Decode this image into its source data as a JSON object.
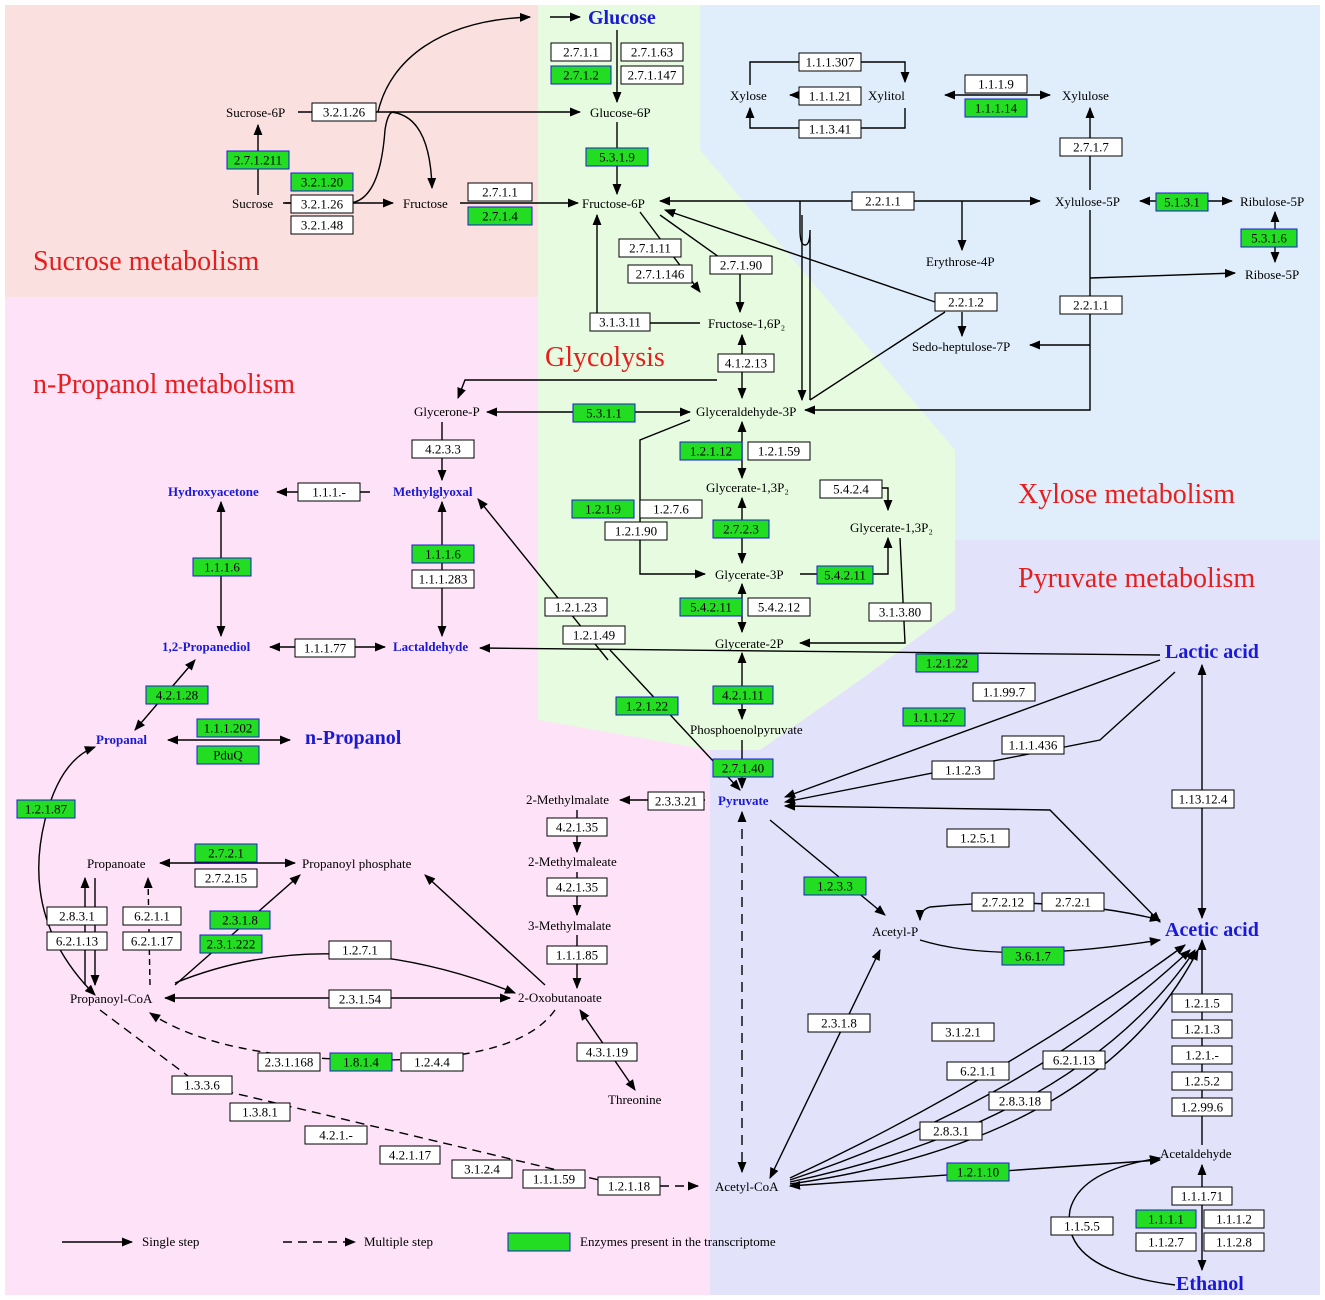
{
  "colors": {
    "sucrose_bg": "#fbe0e0",
    "glycolysis_bg": "#e6fbe0",
    "xylose_bg": "#e0eefb",
    "propanol_bg": "#fde2f8",
    "pyruvate_bg": "#e2e2fb",
    "enzyme_present": "#22dd22",
    "region_label": "#e61e1e",
    "key_metabolite": "#1a1ad6"
  },
  "regions": {
    "sucrose": "Sucrose metabolism",
    "glycolysis": "Glycolysis",
    "propanol": "n-Propanol metabolism",
    "xylose": "Xylose metabolism",
    "pyruvate": "Pyruvate metabolism"
  },
  "metabolites": {
    "glucose": "Glucose",
    "glucose_6p": "Glucose-6P",
    "sucrose_6p": "Sucrose-6P",
    "sucrose": "Sucrose",
    "fructose": "Fructose",
    "fructose_6p": "Fructose-6P",
    "fructose_16p2": "Fructose-1,6P₂",
    "xylose": "Xylose",
    "xylitol": "Xylitol",
    "xylulose": "Xylulose",
    "xylulose_5p": "Xylulose-5P",
    "ribulose_5p": "Ribulose-5P",
    "ribose_5p": "Ribose-5P",
    "erythrose_4p": "Erythrose-4P",
    "sedoheptulose_7p": "Sedo-heptulose-7P",
    "glycerone_p": "Glycerone-P",
    "glyceraldehyde_3p": "Glyceraldehyde-3P",
    "glycerate_13p2": "Glycerate-1,3P₂",
    "glycerate_13p2_b": "Glycerate-1,3P₂",
    "glycerate_3p": "Glycerate-3P",
    "glycerate_2p": "Glycerate-2P",
    "pep": "Phosphoenolpyruvate",
    "pyruvate": "Pyruvate",
    "hydroxyacetone": "Hydroxyacetone",
    "methylglyoxal": "Methylglyoxal",
    "propanediol": "1,2-Propanediol",
    "lactaldehyde": "Lactaldehyde",
    "propanal": "Propanal",
    "n_propanol": "n-Propanol",
    "propanoate": "Propanoate",
    "propanoyl_phosphate": "Propanoyl phosphate",
    "propanoyl_coa": "Propanoyl-CoA",
    "oxobutanoate": "2-Oxobutanoate",
    "threonine": "Threonine",
    "methylmalate_2": "2-Methylmalate",
    "methylmaleate_2": "2-Methylmaleate",
    "methylmalate_3": "3-Methylmalate",
    "lactic_acid": "Lactic acid",
    "acetic_acid": "Acetic acid",
    "acetyl_p": "Acetyl-P",
    "acetyl_coa": "Acetyl-CoA",
    "acetaldehyde": "Acetaldehyde",
    "ethanol": "Ethanol"
  },
  "enzymes": [
    {
      "id": "e1",
      "label": "2.7.1.1",
      "present": false
    },
    {
      "id": "e2",
      "label": "2.7.1.63",
      "present": false
    },
    {
      "id": "e3",
      "label": "2.7.1.2",
      "present": true
    },
    {
      "id": "e4",
      "label": "2.7.1.147",
      "present": false
    },
    {
      "id": "e5",
      "label": "3.2.1.26",
      "present": false
    },
    {
      "id": "e6",
      "label": "2.7.1.211",
      "present": true
    },
    {
      "id": "e7",
      "label": "3.2.1.20",
      "present": true
    },
    {
      "id": "e8",
      "label": "3.2.1.26",
      "present": false
    },
    {
      "id": "e9",
      "label": "3.2.1.48",
      "present": false
    },
    {
      "id": "e10",
      "label": "5.3.1.9",
      "present": true
    },
    {
      "id": "e11",
      "label": "2.7.1.1",
      "present": false
    },
    {
      "id": "e12",
      "label": "2.7.1.4",
      "present": true
    },
    {
      "id": "e13",
      "label": "2.7.1.11",
      "present": false
    },
    {
      "id": "e14",
      "label": "2.7.1.146",
      "present": false
    },
    {
      "id": "e15",
      "label": "2.7.1.90",
      "present": false
    },
    {
      "id": "e16",
      "label": "3.1.3.11",
      "present": false
    },
    {
      "id": "e17",
      "label": "4.1.2.13",
      "present": false
    },
    {
      "id": "e18",
      "label": "1.1.1.307",
      "present": false
    },
    {
      "id": "e19",
      "label": "1.1.1.21",
      "present": false
    },
    {
      "id": "e20",
      "label": "1.1.3.41",
      "present": false
    },
    {
      "id": "e21",
      "label": "1.1.1.9",
      "present": false
    },
    {
      "id": "e22",
      "label": "1.1.1.14",
      "present": true
    },
    {
      "id": "e23",
      "label": "2.7.1.7",
      "present": false
    },
    {
      "id": "e24",
      "label": "5.1.3.1",
      "present": true
    },
    {
      "id": "e25",
      "label": "5.3.1.6",
      "present": true
    },
    {
      "id": "e26",
      "label": "2.2.1.1",
      "present": false
    },
    {
      "id": "e27",
      "label": "2.2.1.2",
      "present": false
    },
    {
      "id": "e28",
      "label": "2.2.1.1",
      "present": false
    },
    {
      "id": "e29",
      "label": "5.3.1.1",
      "present": true
    },
    {
      "id": "e30",
      "label": "4.2.3.3",
      "present": false
    },
    {
      "id": "e31",
      "label": "1.2.1.12",
      "present": true
    },
    {
      "id": "e32",
      "label": "1.2.1.59",
      "present": false
    },
    {
      "id": "e33",
      "label": "5.4.2.4",
      "present": false
    },
    {
      "id": "e34",
      "label": "1.2.1.9",
      "present": true
    },
    {
      "id": "e35",
      "label": "1.2.7.6",
      "present": false
    },
    {
      "id": "e36",
      "label": "1.2.1.90",
      "present": false
    },
    {
      "id": "e37",
      "label": "2.7.2.3",
      "present": true
    },
    {
      "id": "e38",
      "label": "5.4.2.11",
      "present": true
    },
    {
      "id": "e39",
      "label": "5.4.2.11",
      "present": true
    },
    {
      "id": "e40",
      "label": "5.4.2.12",
      "present": false
    },
    {
      "id": "e41",
      "label": "3.1.3.80",
      "present": false
    },
    {
      "id": "e42",
      "label": "4.2.1.11",
      "present": true
    },
    {
      "id": "e43",
      "label": "2.7.1.40",
      "present": true
    },
    {
      "id": "e44",
      "label": "1.1.1.-",
      "present": false
    },
    {
      "id": "e45",
      "label": "1.1.1.6",
      "present": true
    },
    {
      "id": "e46",
      "label": "1.1.1.283",
      "present": false
    },
    {
      "id": "e47",
      "label": "1.1.1.6",
      "present": true
    },
    {
      "id": "e48",
      "label": "1.1.1.77",
      "present": false
    },
    {
      "id": "e49",
      "label": "1.2.1.23",
      "present": false
    },
    {
      "id": "e50",
      "label": "1.2.1.49",
      "present": false
    },
    {
      "id": "e51",
      "label": "1.2.1.22",
      "present": true
    },
    {
      "id": "e52",
      "label": "1.2.1.22",
      "present": true
    },
    {
      "id": "e53",
      "label": "4.2.1.28",
      "present": true
    },
    {
      "id": "e54",
      "label": "1.1.1.202",
      "present": true
    },
    {
      "id": "e55",
      "label": "PduQ",
      "present": true
    },
    {
      "id": "e56",
      "label": "1.2.1.87",
      "present": true
    },
    {
      "id": "e57",
      "label": "2.7.2.1",
      "present": true
    },
    {
      "id": "e58",
      "label": "2.7.2.15",
      "present": false
    },
    {
      "id": "e59",
      "label": "2.8.3.1",
      "present": false
    },
    {
      "id": "e60",
      "label": "6.2.1.13",
      "present": false
    },
    {
      "id": "e61",
      "label": "6.2.1.1",
      "present": false
    },
    {
      "id": "e62",
      "label": "6.2.1.17",
      "present": false
    },
    {
      "id": "e63",
      "label": "2.3.1.8",
      "present": true
    },
    {
      "id": "e64",
      "label": "2.3.1.222",
      "present": true
    },
    {
      "id": "e65",
      "label": "1.2.7.1",
      "present": false
    },
    {
      "id": "e66",
      "label": "2.3.1.54",
      "present": false
    },
    {
      "id": "e67",
      "label": "2.3.1.168",
      "present": false
    },
    {
      "id": "e68",
      "label": "1.8.1.4",
      "present": true
    },
    {
      "id": "e69",
      "label": "1.2.4.4",
      "present": false
    },
    {
      "id": "e70",
      "label": "4.3.1.19",
      "present": false
    },
    {
      "id": "e71",
      "label": "2.3.3.21",
      "present": false
    },
    {
      "id": "e72",
      "label": "4.2.1.35",
      "present": false
    },
    {
      "id": "e73",
      "label": "4.2.1.35",
      "present": false
    },
    {
      "id": "e74",
      "label": "1.1.1.85",
      "present": false
    },
    {
      "id": "e75",
      "label": "1.3.3.6",
      "present": false
    },
    {
      "id": "e76",
      "label": "1.3.8.1",
      "present": false
    },
    {
      "id": "e77",
      "label": "4.2.1.-",
      "present": false
    },
    {
      "id": "e78",
      "label": "4.2.1.17",
      "present": false
    },
    {
      "id": "e79",
      "label": "3.1.2.4",
      "present": false
    },
    {
      "id": "e80",
      "label": "1.1.1.59",
      "present": false
    },
    {
      "id": "e81",
      "label": "1.2.1.18",
      "present": false
    },
    {
      "id": "e82",
      "label": "1.1.99.7",
      "present": false
    },
    {
      "id": "e83",
      "label": "1.1.1.27",
      "present": true
    },
    {
      "id": "e84",
      "label": "1.1.1.436",
      "present": false
    },
    {
      "id": "e85",
      "label": "1.1.2.3",
      "present": false
    },
    {
      "id": "e86",
      "label": "1.13.12.4",
      "present": false
    },
    {
      "id": "e87",
      "label": "1.2.5.1",
      "present": false
    },
    {
      "id": "e88",
      "label": "1.2.3.3",
      "present": true
    },
    {
      "id": "e89",
      "label": "2.7.2.12",
      "present": false
    },
    {
      "id": "e90",
      "label": "2.7.2.1",
      "present": false
    },
    {
      "id": "e91",
      "label": "3.6.1.7",
      "present": true
    },
    {
      "id": "e92",
      "label": "2.3.1.8",
      "present": false
    },
    {
      "id": "e93",
      "label": "3.1.2.1",
      "present": false
    },
    {
      "id": "e94",
      "label": "6.2.1.1",
      "present": false
    },
    {
      "id": "e95",
      "label": "6.2.1.13",
      "present": false
    },
    {
      "id": "e96",
      "label": "2.8.3.18",
      "present": false
    },
    {
      "id": "e97",
      "label": "2.8.3.1",
      "present": false
    },
    {
      "id": "e98",
      "label": "1.2.1.5",
      "present": false
    },
    {
      "id": "e99",
      "label": "1.2.1.3",
      "present": false
    },
    {
      "id": "e100",
      "label": "1.2.1.-",
      "present": false
    },
    {
      "id": "e101",
      "label": "1.2.5.2",
      "present": false
    },
    {
      "id": "e102",
      "label": "1.2.99.6",
      "present": false
    },
    {
      "id": "e103",
      "label": "1.2.1.10",
      "present": true
    },
    {
      "id": "e104",
      "label": "1.1.1.71",
      "present": false
    },
    {
      "id": "e105",
      "label": "1.1.1.1",
      "present": true
    },
    {
      "id": "e106",
      "label": "1.1.1.2",
      "present": false
    },
    {
      "id": "e107",
      "label": "1.1.2.7",
      "present": false
    },
    {
      "id": "e108",
      "label": "1.1.2.8",
      "present": false
    },
    {
      "id": "e109",
      "label": "1.1.5.5",
      "present": false
    }
  ],
  "legend": {
    "single_step": "Single step",
    "multiple_step": "Multiple step",
    "enzymes_present": "Enzymes present in the transcriptome"
  }
}
